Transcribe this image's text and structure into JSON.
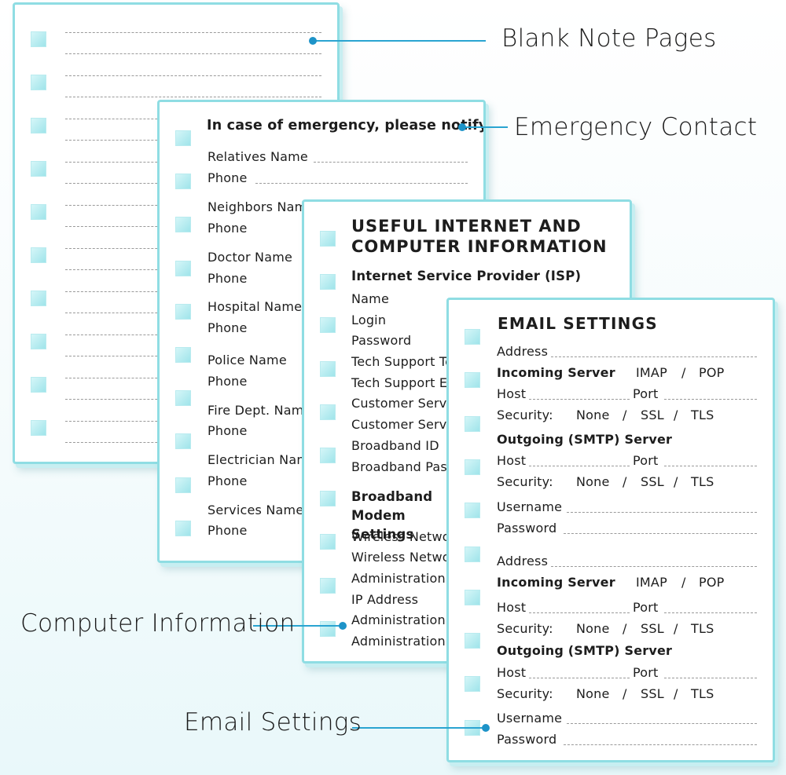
{
  "callouts": {
    "blank": "Blank Note Pages",
    "emergency": "Emergency Contact",
    "computer": "Computer Information",
    "email": "Email Settings"
  },
  "emergency": {
    "title": "In case of emergency, please notify",
    "relatives": "Relatives Name",
    "neighbors": "Neighbors Name",
    "doctor": "Doctor Name",
    "hospital": "Hospital Name",
    "police": "Police Name",
    "fire": "Fire Dept. Name",
    "electrician": "Electrician Name",
    "services": "Services Name",
    "phone": "Phone"
  },
  "internet": {
    "title": "USEFUL INTERNET AND COMPUTER INFORMATION",
    "isp_heading": "Internet Service Provider (ISP)",
    "name": "Name",
    "login": "Login",
    "password": "Password",
    "tech_tel": "Tech Support Telephone",
    "tech_email": "Tech Support Email",
    "cust1": "Customer Service",
    "cust2": "Customer Service",
    "broadband_id": "Broadband ID",
    "broadband_pass": "Broadband Password",
    "modem_heading": "Broadband Modem Settings",
    "wifi1": "Wireless Network",
    "wifi2": "Wireless Network",
    "admin1": "Administration",
    "ip": "IP Address",
    "admin2": "Administration",
    "admin3": "Administration"
  },
  "email": {
    "title": "EMAIL SETTINGS",
    "address": "Address",
    "incoming": "Incoming Server",
    "imap": "IMAP",
    "slash": "/",
    "pop": "POP",
    "host": "Host",
    "port": "Port",
    "security": "Security:",
    "none": "None",
    "ssl": "SSL",
    "tls": "TLS",
    "outgoing": "Outgoing (SMTP) Server",
    "username": "Username",
    "password": "Password"
  }
}
